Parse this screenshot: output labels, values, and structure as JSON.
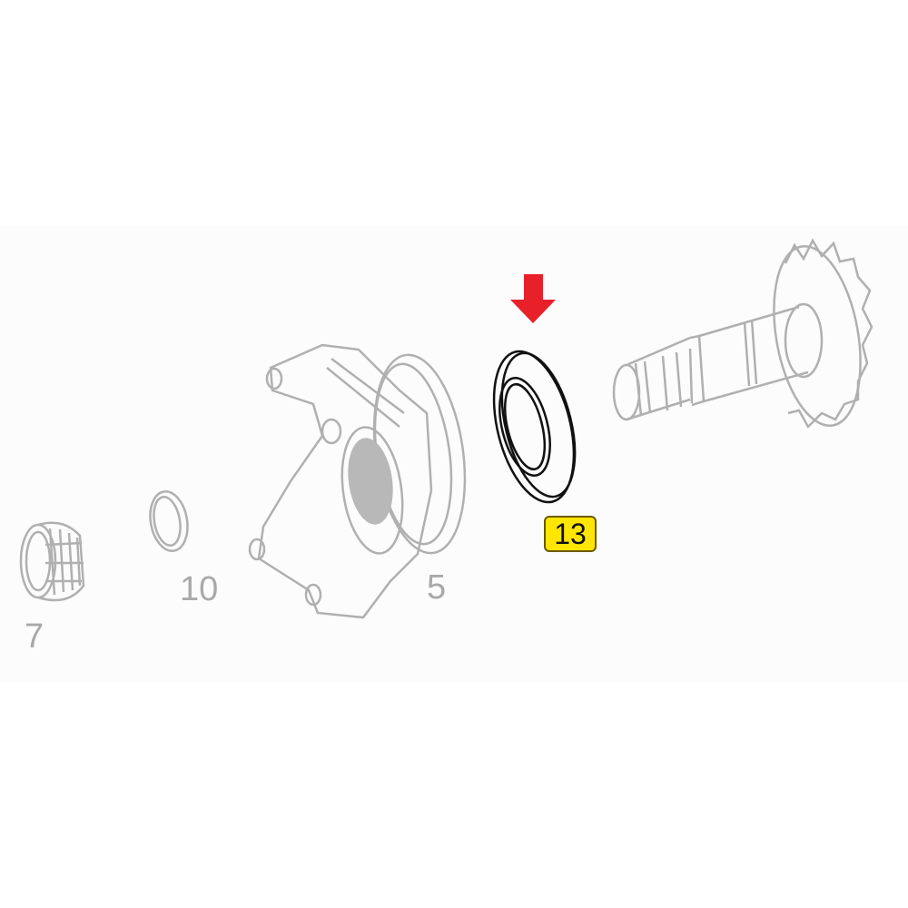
{
  "diagram": {
    "type": "exploded-parts-view",
    "subject": "differential pinion assembly",
    "highlight_color": "#ffe600",
    "arrow_color": "#e8202a",
    "line_color_active": "#111111",
    "line_color_faded": "#b0b0b0",
    "parts": [
      {
        "callout": "7",
        "name": "tapered roller bearing",
        "highlighted": false
      },
      {
        "callout": "10",
        "name": "ring / spacer",
        "highlighted": false
      },
      {
        "callout": "5",
        "name": "yoke flange",
        "highlighted": false
      },
      {
        "callout": "13",
        "name": "shaft seal",
        "highlighted": true
      },
      {
        "callout": "",
        "name": "pinion shaft with bevel gear",
        "highlighted": false
      }
    ],
    "indicator": {
      "icon": "arrow-down-icon",
      "points_to": "13"
    }
  }
}
